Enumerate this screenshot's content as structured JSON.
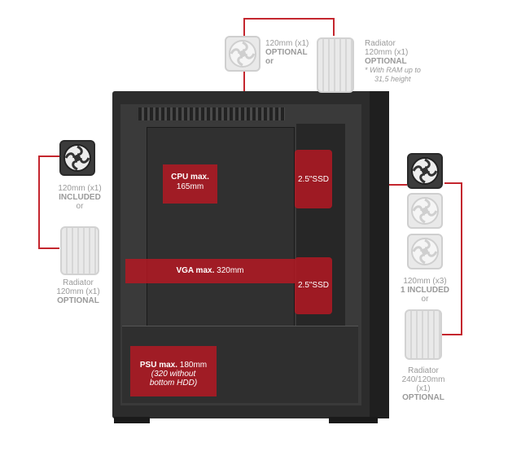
{
  "top": {
    "fan_label_1": "120mm (x1)",
    "fan_label_2": "OPTIONAL",
    "fan_label_3": "or",
    "rad_label_1": "Radiator",
    "rad_label_2": "120mm (x1)",
    "rad_label_3": "OPTIONAL",
    "rad_label_4": "* With RAM up to",
    "rad_label_5": "31,5 height"
  },
  "left": {
    "fan_label_1": "120mm (x1)",
    "fan_label_2": "INCLUDED",
    "fan_label_3": "or",
    "rad_label_1": "Radiator",
    "rad_label_2": "120mm (x1)",
    "rad_label_3": "OPTIONAL"
  },
  "right": {
    "fan_label_1": "120mm (x3)",
    "fan_label_2": "1 INCLUDED",
    "fan_label_3": "or",
    "rad_label_1": "Radiator",
    "rad_label_2": "240/120mm",
    "rad_label_3": "(x1)",
    "rad_label_4": "OPTIONAL"
  },
  "zones": {
    "cpu_1": "CPU max.",
    "cpu_2": "165mm",
    "ssd_top": "2.5\"SSD",
    "ssd_bottom": "2.5\"SSD",
    "vga_1": "VGA max.",
    "vga_2": "320mm",
    "psu_1": "PSU max.",
    "psu_2": "180mm",
    "psu_3": "(320 without",
    "psu_4": "bottom HDD)"
  },
  "colors": {
    "accent": "#c4262e",
    "case": "#2b2b2b"
  }
}
